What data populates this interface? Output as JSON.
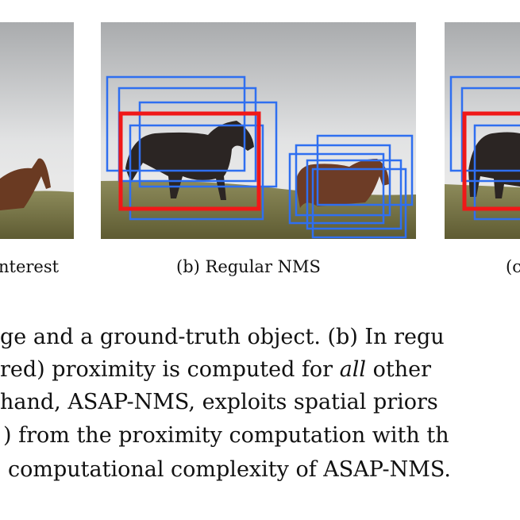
{
  "figure": {
    "panels": [
      {
        "caption": "nterest"
      },
      {
        "caption": "(b) Regular NMS"
      },
      {
        "caption": "(c"
      }
    ],
    "colors": {
      "candidate_box": "#2f6ff0",
      "selected_box": "#f01818"
    }
  },
  "caption_lines": [
    "ge and a ground-truth object. (b) In regu",
    " red) proximity is computed for |all| other",
    "hand, ASAP-NMS, exploits spatial priors",
    ") from the proximity computation with th",
    "computational complexity of ASAP-NMS."
  ]
}
